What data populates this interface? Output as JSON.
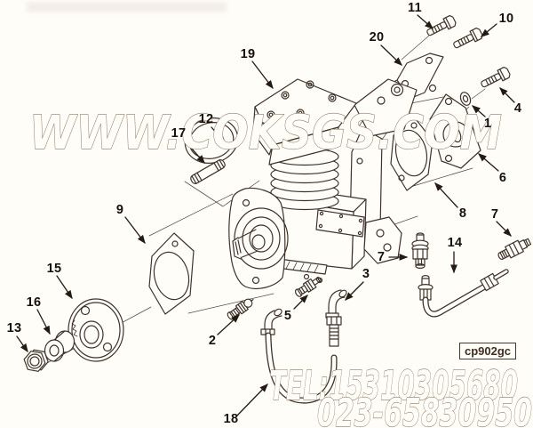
{
  "diagram": {
    "code_label": "cp902gc",
    "callouts": [
      {
        "label": "1"
      },
      {
        "label": "2"
      },
      {
        "label": "3"
      },
      {
        "label": "4"
      },
      {
        "label": "5"
      },
      {
        "label": "6"
      },
      {
        "label": "7"
      },
      {
        "label": "7"
      },
      {
        "label": "8"
      },
      {
        "label": "9"
      },
      {
        "label": "10"
      },
      {
        "label": "11"
      },
      {
        "label": "12"
      },
      {
        "label": "13"
      },
      {
        "label": "14"
      },
      {
        "label": "15"
      },
      {
        "label": "16"
      },
      {
        "label": "17"
      },
      {
        "label": "18"
      },
      {
        "label": "19"
      },
      {
        "label": "20"
      }
    ]
  },
  "watermarks": {
    "site": "WWW.COKSGS.COM",
    "tel_line1": "TEL:15310305680",
    "tel_line2": "023-65830950"
  },
  "colors": {
    "background": "#fffdf8",
    "line": "#3e332a",
    "label_text": "#181009",
    "watermark_outline": "#8d7862",
    "code_text": "#3f2d1f"
  }
}
